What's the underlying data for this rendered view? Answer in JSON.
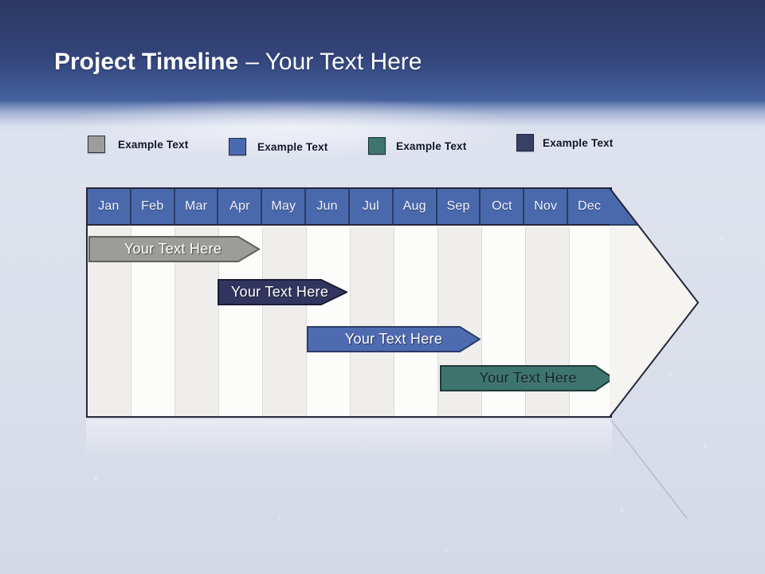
{
  "slide": {
    "title_bold": "Project Timeline",
    "title_rest": "– Your Text Here"
  },
  "legend": {
    "items": [
      {
        "label": "Example Text",
        "color": "#9d9d99"
      },
      {
        "label": "Example Text",
        "color": "#4a69b0"
      },
      {
        "label": "Example Text",
        "color": "#3e756e"
      },
      {
        "label": "Example Text",
        "color": "#3a3f66"
      }
    ]
  },
  "timeline": {
    "months": [
      "Jan",
      "Feb",
      "Mar",
      "Apr",
      "May",
      "Jun",
      "Jul",
      "Aug",
      "Sep",
      "Oct",
      "Nov",
      "Dec"
    ],
    "header_color": "#4a69ad",
    "bars": [
      {
        "label": "Your Text Here",
        "color": "#9c9c98",
        "border_color": "#5f5f5b",
        "text_color": "#ffffff",
        "start_month": "Jan",
        "end_month": "Apr"
      },
      {
        "label": "Your Text Here",
        "color": "#32355e",
        "border_color": "#191b38",
        "text_color": "#ffffff",
        "start_month": "Apr",
        "end_month": "Jun"
      },
      {
        "label": "Your Text Here",
        "color": "#4e6bb2",
        "border_color": "#2c3c68",
        "text_color": "#ffffff",
        "start_month": "Jun",
        "end_month": "Sep"
      },
      {
        "label": "Your Text Here",
        "color": "#3d746e",
        "border_color": "#1e3a36",
        "text_color": "#16222c",
        "start_month": "Sep",
        "end_month": "Dec"
      }
    ]
  }
}
